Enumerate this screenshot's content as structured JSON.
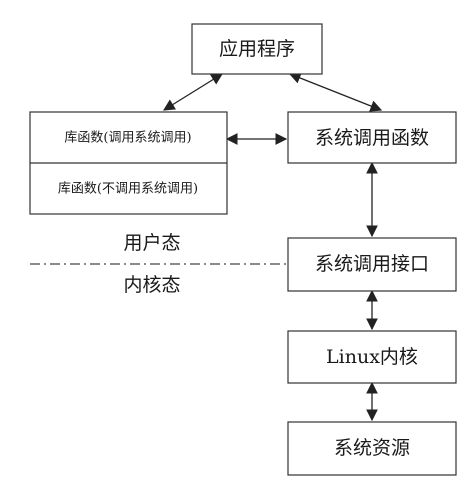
{
  "nodes": {
    "app": "应用程序",
    "lib_syscall": "库函数(调用系统调用)",
    "lib_nosyscall": "库函数(不调用系统调用)",
    "syscall_func": "系统调用函数",
    "syscall_iface": "系统调用接口",
    "kernel": "Linux内核",
    "resources": "系统资源"
  },
  "zones": {
    "user": "用户态",
    "kernel": "内核态"
  },
  "colors": {
    "line": "#222222",
    "box_border": "#333333",
    "text": "#1a1a1a"
  }
}
